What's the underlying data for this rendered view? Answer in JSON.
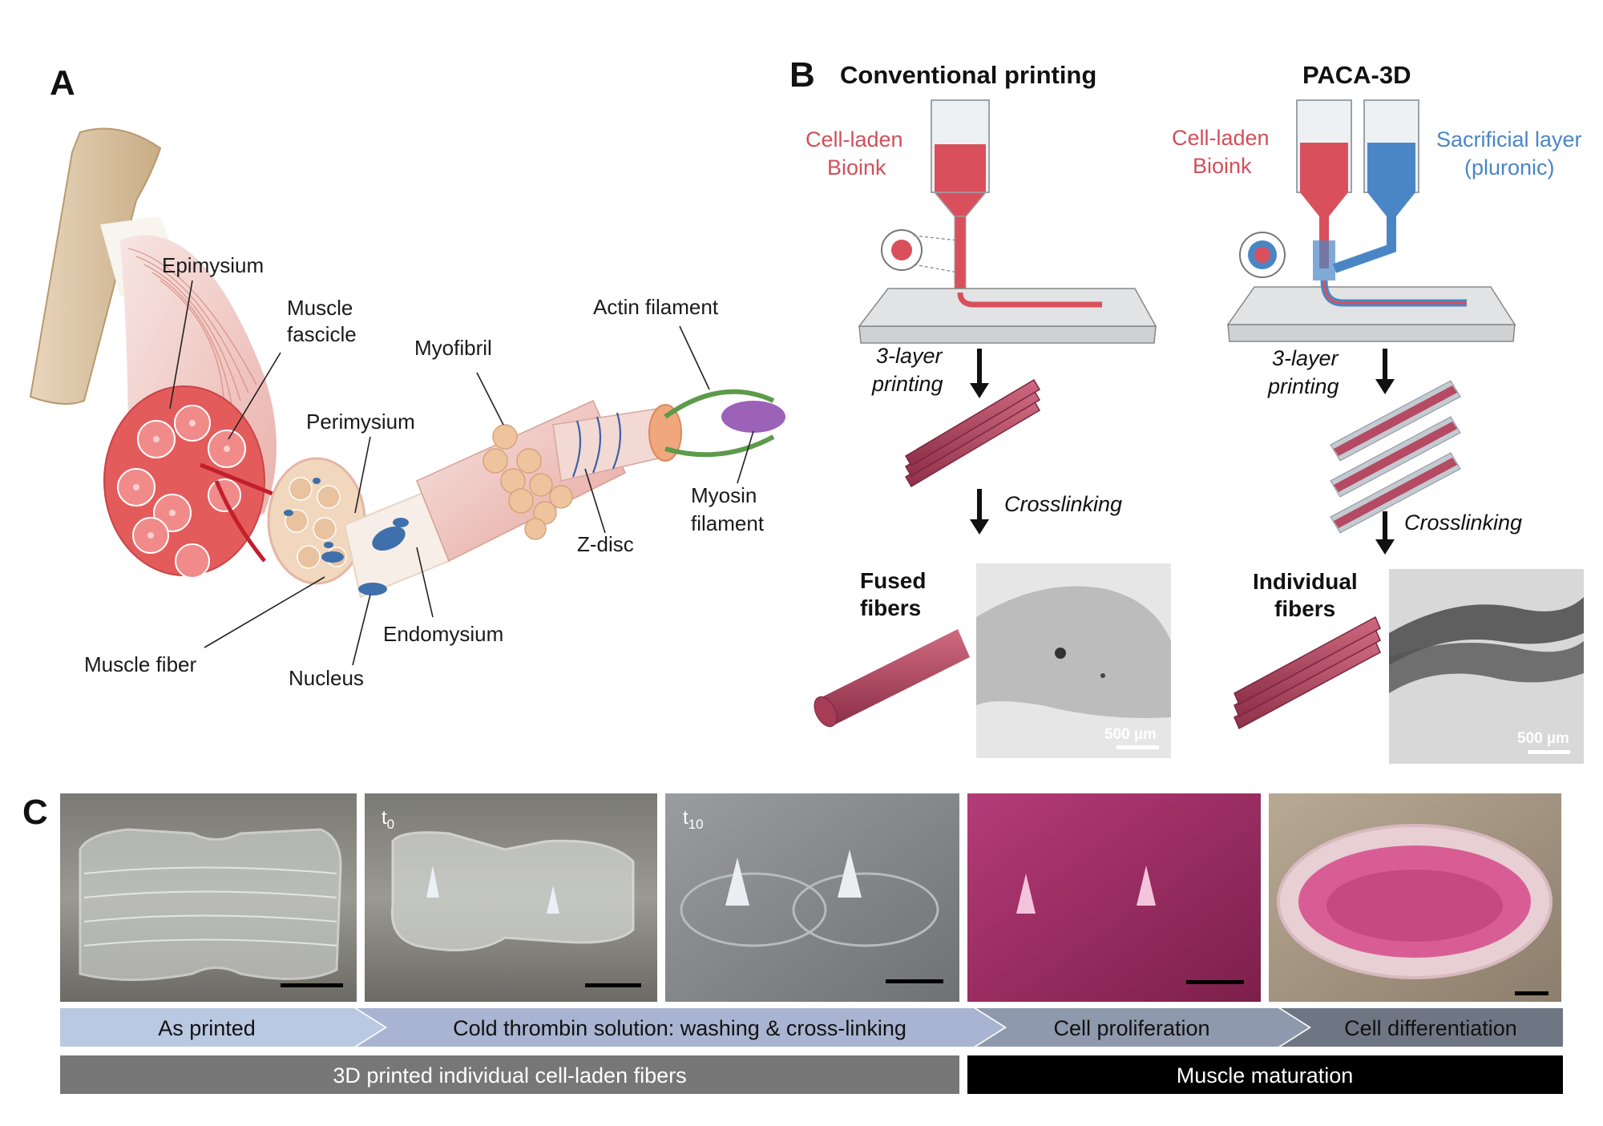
{
  "panel_a": {
    "letter": "A",
    "labels": {
      "epimysium": "Epimysium",
      "muscle_fascicle_1": "Muscle",
      "muscle_fascicle_2": "fascicle",
      "perimysium": "Perimysium",
      "myofibril": "Myofibril",
      "actin": "Actin filament",
      "myosin_1": "Myosin",
      "myosin_2": "filament",
      "z_disc": "Z-disc",
      "endomysium": "Endomysium",
      "nucleus": "Nucleus",
      "muscle_fiber": "Muscle fiber"
    }
  },
  "panel_b": {
    "letter": "B",
    "conventional": {
      "title": "Conventional printing",
      "bioink_1": "Cell-laden",
      "bioink_2": "Bioink",
      "step_1a": "3-layer",
      "step_1b": "printing",
      "step_2": "Crosslinking",
      "result_1": "Fused",
      "result_2": "fibers",
      "scale": "500 µm"
    },
    "paca": {
      "title": "PACA-3D",
      "bioink_1": "Cell-laden",
      "bioink_2": "Bioink",
      "sacrificial_1": "Sacrificial layer",
      "sacrificial_2": "(pluronic)",
      "step_1a": "3-layer",
      "step_1b": "printing",
      "step_2": "Crosslinking",
      "result_1": "Individual",
      "result_2": "fibers",
      "scale": "500 µm"
    },
    "colors": {
      "bioink": "#d9505c",
      "sacrificial": "#4a86c5",
      "fiber": "#b54a63"
    }
  },
  "panel_c": {
    "letter": "C",
    "photo_labels": {
      "t0_main": "t",
      "t0_sub": "0",
      "t10_main": "t",
      "t10_sub": "10"
    },
    "stages": [
      "As printed",
      "Cold thrombin solution: washing & cross-linking",
      "Cell proliferation",
      "Cell differentiation"
    ],
    "bars": {
      "left": "3D printed individual cell-laden fibers",
      "right": "Muscle maturation"
    },
    "colors": {
      "stage_1": "#b8c8e0",
      "stage_2": "#a7b3cf",
      "stage_3": "#8e98ab",
      "stage_4": "#6f7582",
      "bar_left": "#777777",
      "bar_right": "#000000"
    }
  }
}
